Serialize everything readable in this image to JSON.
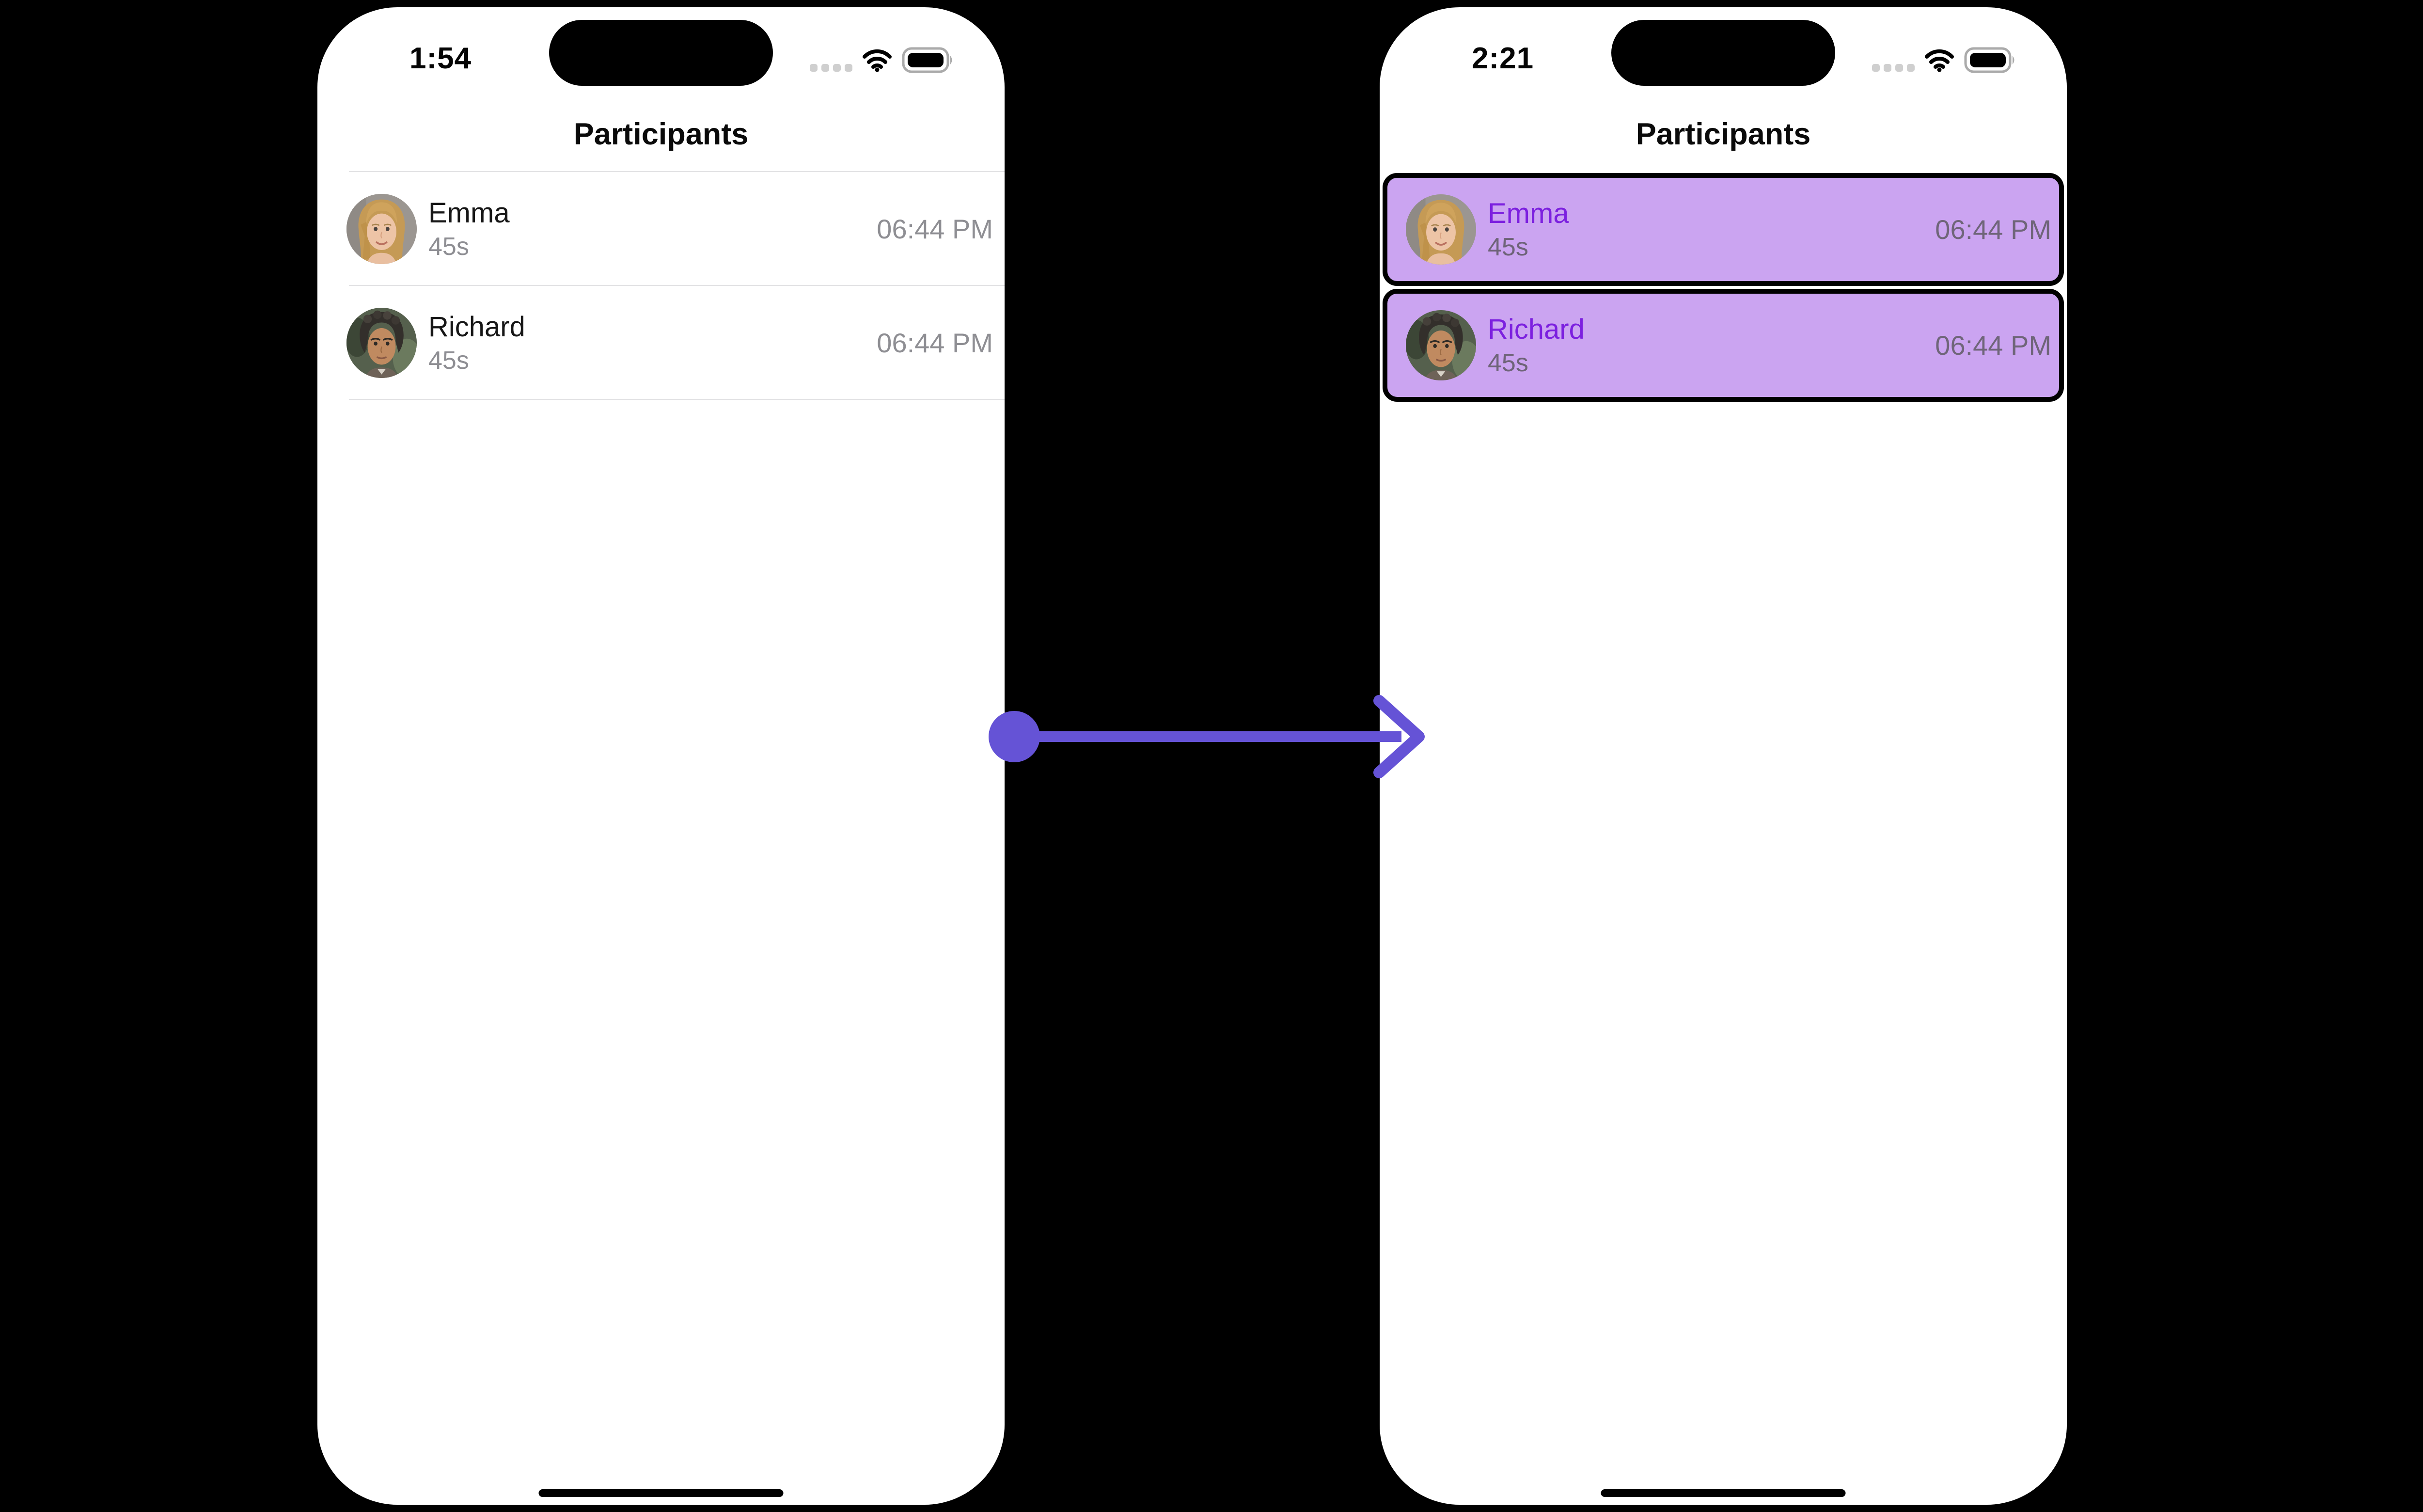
{
  "left_phone": {
    "status": {
      "time": "1:54"
    },
    "header": {
      "title": "Participants"
    },
    "participants": [
      {
        "name": "Emma",
        "duration": "45s",
        "time": "06:44 PM",
        "avatar": "emma-photo"
      },
      {
        "name": "Richard",
        "duration": "45s",
        "time": "06:44 PM",
        "avatar": "richard-photo"
      }
    ]
  },
  "right_phone": {
    "status": {
      "time": "2:21"
    },
    "header": {
      "title": "Participants"
    },
    "rows_highlighted": true,
    "participants": [
      {
        "name": "Emma",
        "duration": "45s",
        "time": "06:44 PM",
        "avatar": "emma-photo"
      },
      {
        "name": "Richard",
        "duration": "45s",
        "time": "06:44 PM",
        "avatar": "richard-photo"
      }
    ]
  },
  "icons": [
    "cellular-signal-icon",
    "wifi-icon",
    "battery-icon",
    "dynamic-island",
    "home-indicator",
    "transition-arrow"
  ],
  "colors": {
    "page_background": "#000000",
    "phone_background": "#ffffff",
    "divider": "#e2e2e4",
    "primary_text": "#161616",
    "secondary_text": "#8e8e93",
    "highlight_background": "#cba4f1",
    "highlight_border": "#000000",
    "highlight_name_text": "#7c20df",
    "arrow": "#6553d6"
  }
}
